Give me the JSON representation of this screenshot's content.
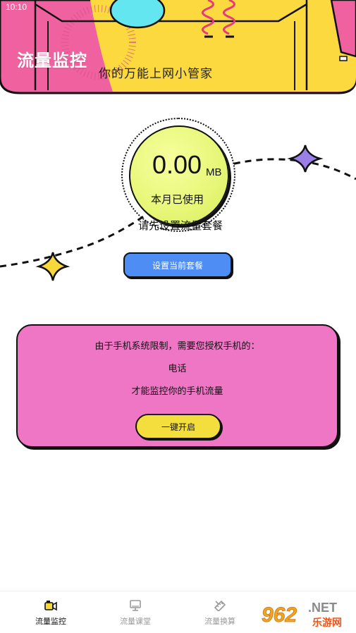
{
  "status_bar": {
    "time": "10:10"
  },
  "header": {
    "title": "流量监控",
    "subtitle": "你的万能上网小管家",
    "colors": {
      "pink": "#f0629f",
      "yellow": "#fcd93f",
      "cyan": "#63e6f0"
    }
  },
  "usage": {
    "value": "0.00",
    "unit": "MB",
    "label": "本月已使用",
    "hint": "请先设置流量套餐",
    "setup_button": "设置当前套餐",
    "colors": {
      "gauge": "#e8f77a",
      "button": "#4e8df4"
    }
  },
  "permission": {
    "line1": "由于手机系统限制，需要您授权手机的：",
    "line2": "电话",
    "line3": "才能监控你的手机流量",
    "button": "一键开启",
    "colors": {
      "card": "#ee76c4",
      "button": "#f3de3d"
    }
  },
  "bottom_nav": {
    "items": [
      {
        "label": "流量监控",
        "icon": "camera-icon",
        "active": true
      },
      {
        "label": "流量课堂",
        "icon": "monitor-icon",
        "active": false
      },
      {
        "label": "流量换算",
        "icon": "ruler-icon",
        "active": false
      }
    ]
  },
  "watermark": {
    "number": "962",
    "suffix": ".NET",
    "name": "乐游网"
  }
}
